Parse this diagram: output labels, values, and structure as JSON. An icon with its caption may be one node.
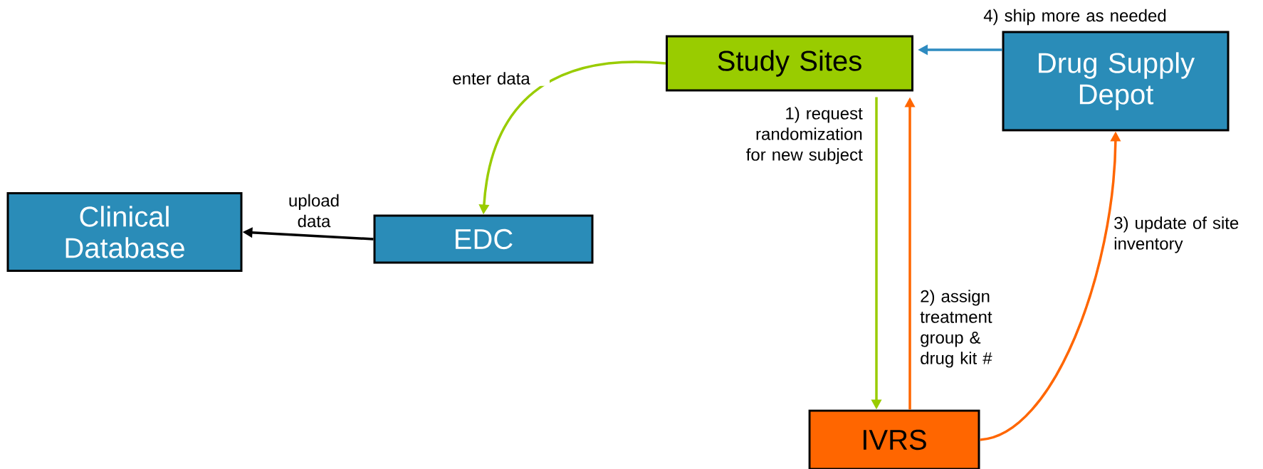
{
  "diagram": {
    "nodes": [
      {
        "text": [
          "Study Sites"
        ]
      },
      {
        "text": [
          "Drug Supply Depot"
        ]
      },
      {
        "text": [
          "Clinical Database"
        ]
      },
      {
        "text": [
          "EDC"
        ]
      },
      {
        "text": [
          "IVRS"
        ]
      }
    ],
    "edges": [
      {
        "from": 0,
        "to": 3,
        "arrow": "to",
        "label": "enter data",
        "color": "#99cc00"
      },
      {
        "from": 3,
        "to": 2,
        "arrow": "to",
        "label": "upload data",
        "color": "#000000"
      },
      {
        "from": 0,
        "to": 4,
        "arrow": "to",
        "label": "1) request randomization for new subject",
        "color": "#99cc00"
      },
      {
        "from": 4,
        "to": 0,
        "arrow": "to",
        "label": "2) assign treatment group & drug kit #",
        "color": "#ff6600"
      },
      {
        "from": 4,
        "to": 1,
        "arrow": "to",
        "label": "3) update of site inventory",
        "color": "#ff6600"
      },
      {
        "from": 1,
        "to": 0,
        "arrow": "to",
        "label": "4) ship more as needed",
        "color": "#2e8bc0"
      }
    ]
  }
}
